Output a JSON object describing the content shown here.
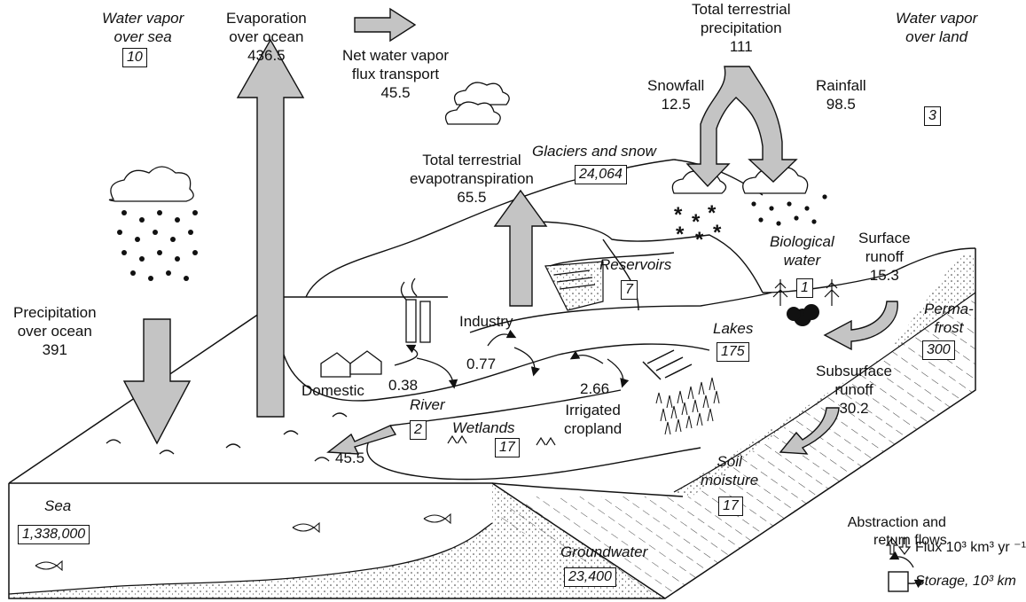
{
  "labels": {
    "water_vapor_sea": [
      "Water vapor",
      "over sea"
    ],
    "evaporation_ocean": [
      "Evaporation",
      "over ocean",
      "436.5"
    ],
    "net_vapor": [
      "Net water vapor",
      "flux transport",
      "45.5"
    ],
    "total_precip": [
      "Total terrestrial",
      "precipitation",
      "111"
    ],
    "snowfall": [
      "Snowfall",
      "12.5"
    ],
    "rainfall": [
      "Rainfall",
      "98.5"
    ],
    "water_vapor_land": [
      "Water vapor",
      "over land"
    ],
    "glaciers": "Glaciers and snow",
    "total_evapo": [
      "Total terrestrial",
      "evapotranspiration",
      "65.5"
    ],
    "precip_ocean": [
      "Precipitation",
      "over ocean",
      "391"
    ],
    "industry": "Industry",
    "reservoirs": "Reservoirs",
    "biological": [
      "Biological",
      "water"
    ],
    "surface_runoff": [
      "Surface",
      "runoff",
      "15.3"
    ],
    "permafrost": [
      "Perma-",
      "frost"
    ],
    "lakes": "Lakes",
    "domestic": "Domestic",
    "flux_038": "0.38",
    "flux_077": "0.77",
    "flux_266": "2.66",
    "irrigated": [
      "Irrigated",
      "cropland"
    ],
    "subsurface_runoff": [
      "Subsurface",
      "runoff",
      "30.2"
    ],
    "river": "River",
    "river_flux": "45.5",
    "wetlands": "Wetlands",
    "soil_moisture": [
      "Soil",
      "moisture"
    ],
    "sea": "Sea",
    "groundwater": "Groundwater"
  },
  "storages": {
    "water_vapor_sea": "10",
    "water_vapor_land": "3",
    "glaciers": "24,064",
    "reservoirs": "7",
    "biological": "1",
    "permafrost": "300",
    "lakes": "175",
    "river": "2",
    "wetlands": "17",
    "soil_moisture": "17",
    "sea": "1,338,000",
    "groundwater": "23,400"
  },
  "legend": {
    "abstraction": [
      "Abstraction and",
      "return flows"
    ],
    "flux": "Flux 10³ km³ yr ⁻¹",
    "storage": "Storage, 10³ km"
  },
  "colors": {
    "arrow_fill": "#c4c4c4",
    "line": "#111111"
  }
}
